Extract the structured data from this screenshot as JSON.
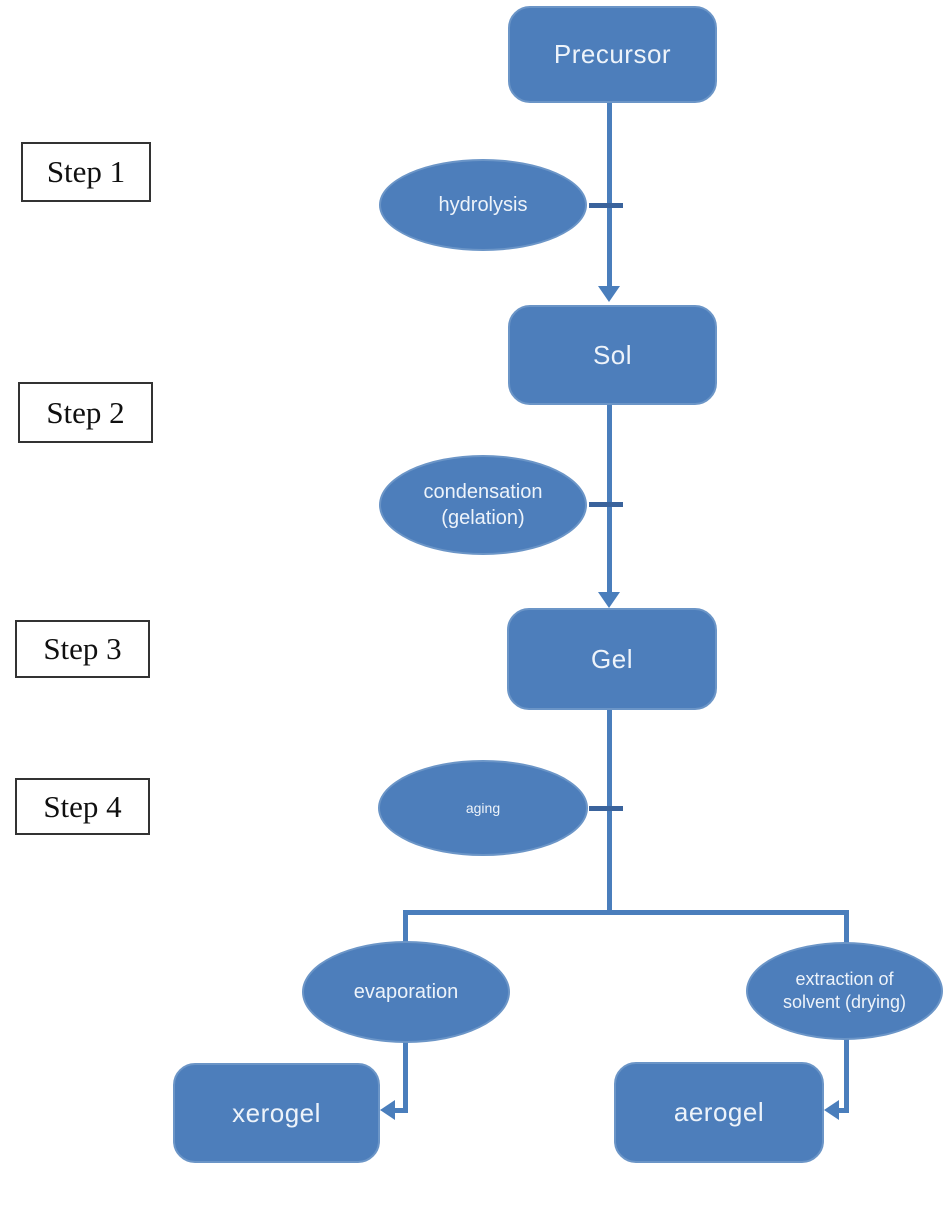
{
  "diagram": {
    "type": "flowchart",
    "subject": "sol-gel process",
    "steps": {
      "step1": {
        "label": "Step 1"
      },
      "step2": {
        "label": "Step 2"
      },
      "step3": {
        "label": "Step 3"
      },
      "step4": {
        "label": "Step 4"
      }
    },
    "nodes": {
      "precursor": {
        "label": "Precursor"
      },
      "sol": {
        "label": "Sol"
      },
      "gel": {
        "label": "Gel"
      },
      "xerogel": {
        "label": "xerogel"
      },
      "aerogel": {
        "label": "aerogel"
      }
    },
    "processes": {
      "hydrolysis": {
        "label": "hydrolysis"
      },
      "condensation": {
        "line1": "condensation",
        "line2": "(gelation)"
      },
      "aging": {
        "label": "aging"
      },
      "evaporation": {
        "label": "evaporation"
      },
      "extraction": {
        "line1": "extraction of",
        "line2": "solvent (drying)"
      }
    },
    "edges": [
      {
        "from": "Precursor",
        "to": "Sol",
        "via": "hydrolysis"
      },
      {
        "from": "Sol",
        "to": "Gel",
        "via": "condensation (gelation)"
      },
      {
        "from": "Gel",
        "to": "xerogel",
        "via": "aging + evaporation"
      },
      {
        "from": "Gel",
        "to": "aerogel",
        "via": "aging + extraction of solvent (drying)"
      }
    ],
    "colors": {
      "shape_fill": "#4d7ebb",
      "shape_border": "#6b95c7",
      "connector": "#4a7ebc",
      "tick": "#3a639c",
      "shape_text": "#edf3fa",
      "step_text": "#101010",
      "background": "#ffffff"
    }
  }
}
